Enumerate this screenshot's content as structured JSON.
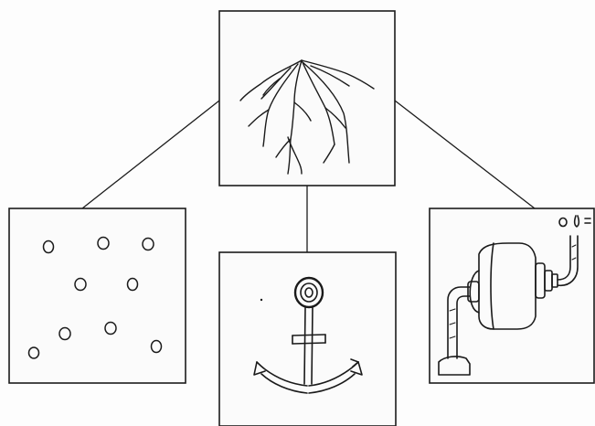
{
  "diagram": {
    "background": "#fdfdfd",
    "ink_color": "#1a1a1a",
    "panels": [
      {
        "id": "top",
        "icon": "root-icon"
      },
      {
        "id": "left",
        "icon": "dots-icon"
      },
      {
        "id": "middle",
        "icon": "anchor-icon"
      },
      {
        "id": "right",
        "icon": "motor-icon"
      }
    ],
    "connections": [
      {
        "from": "top",
        "to": "left"
      },
      {
        "from": "top",
        "to": "middle"
      },
      {
        "from": "top",
        "to": "right"
      }
    ]
  }
}
